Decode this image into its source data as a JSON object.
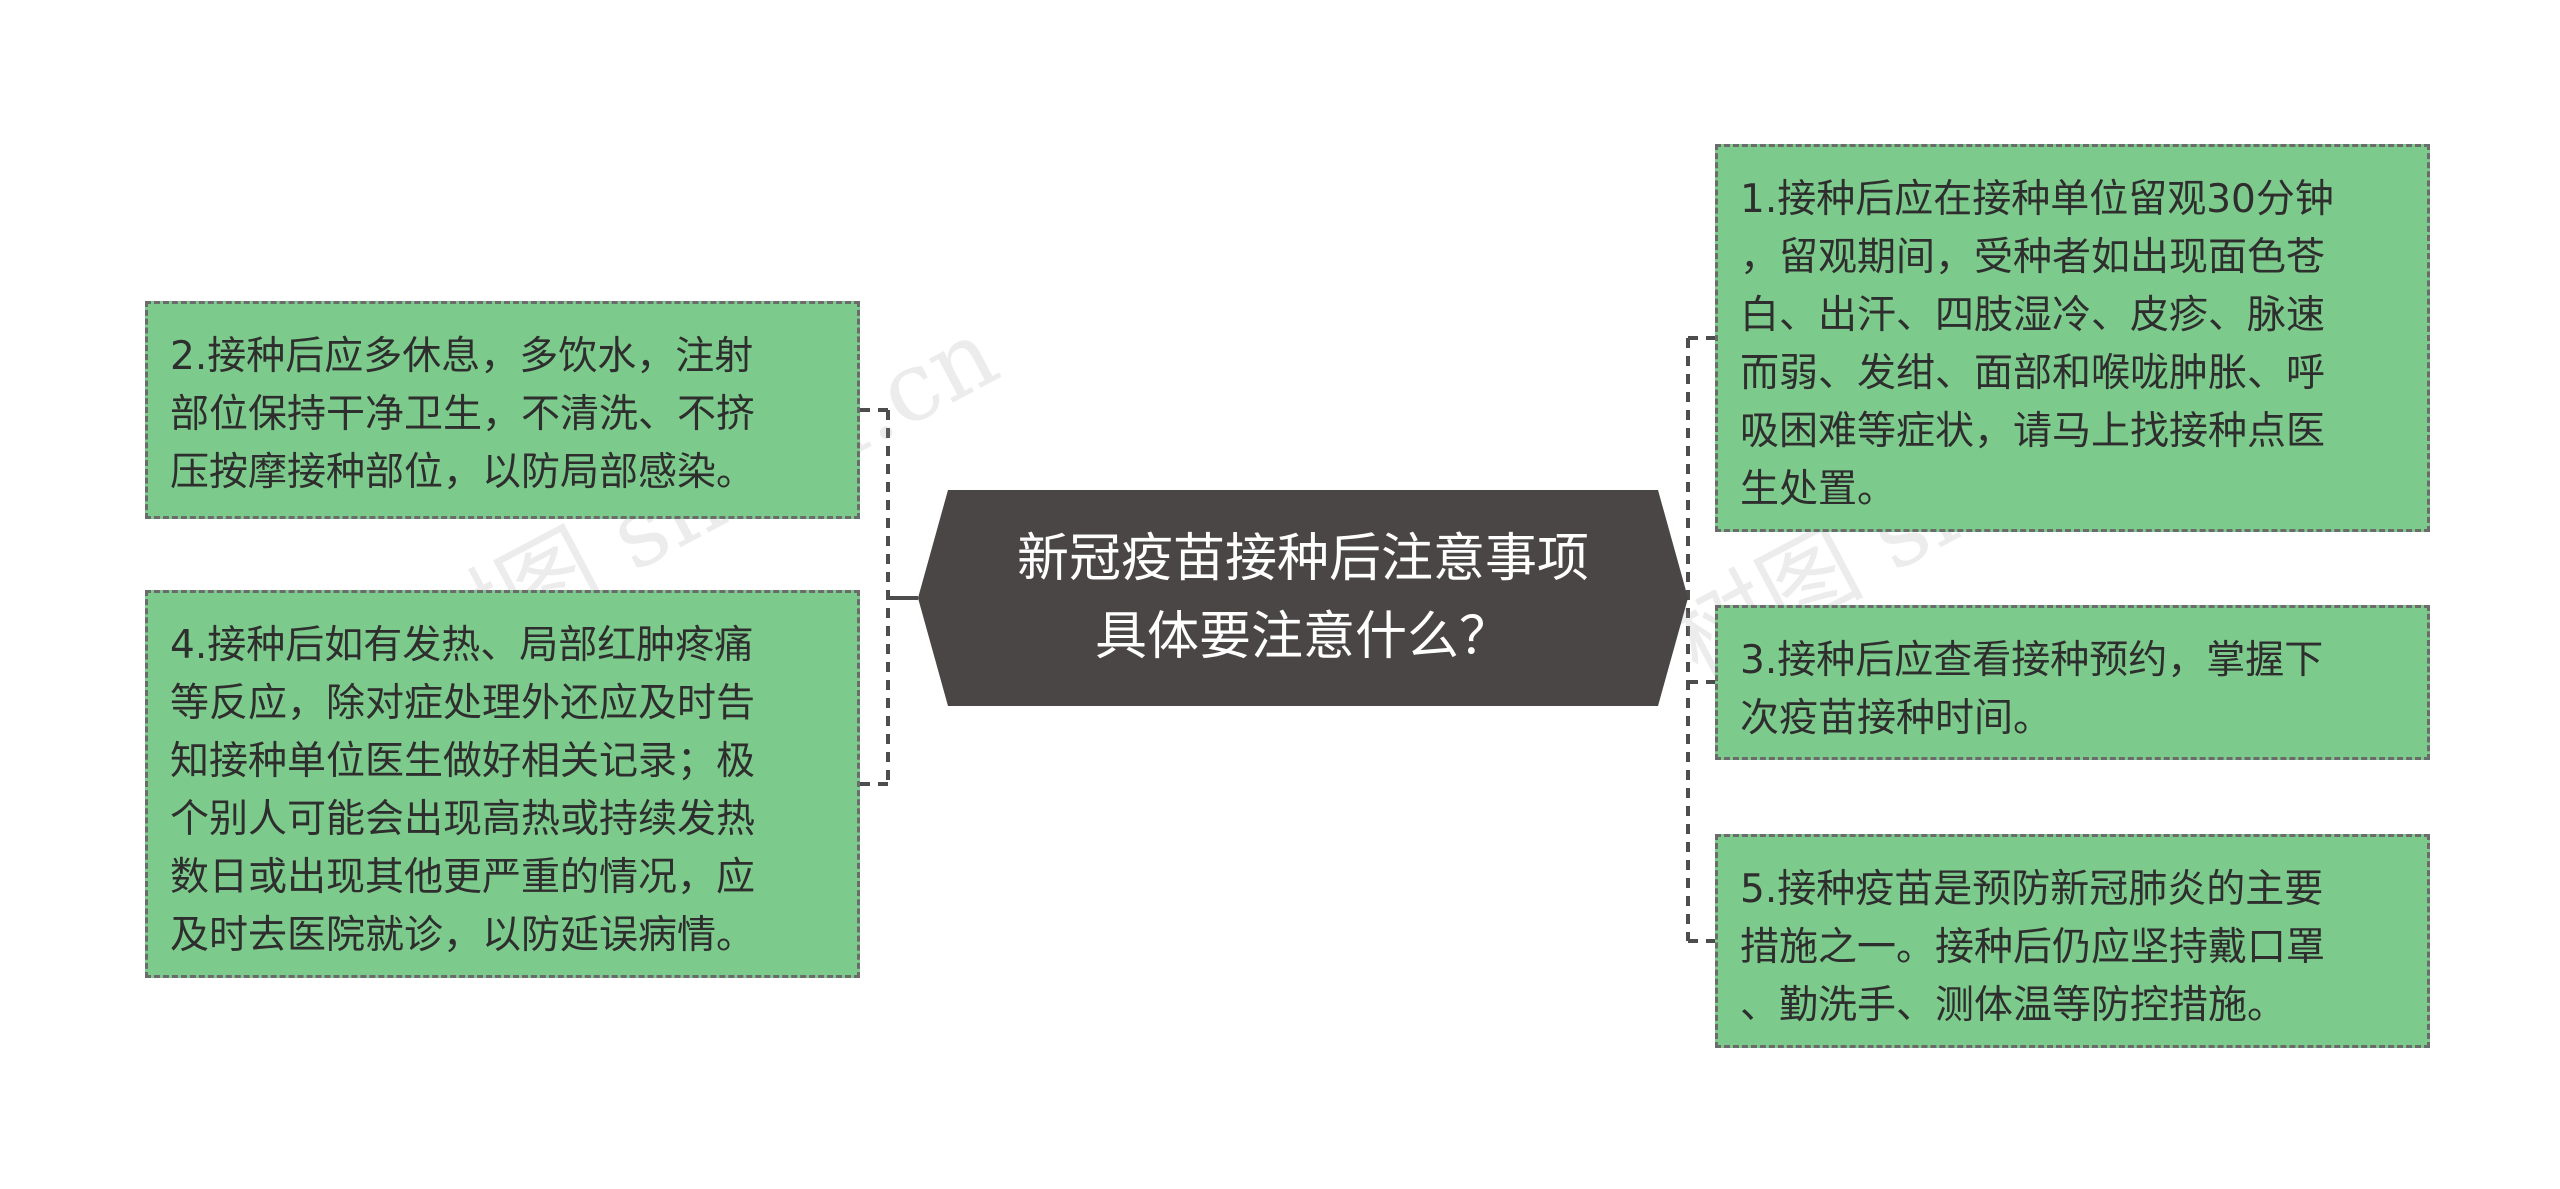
{
  "colors": {
    "node_fill": "#7dcb8c",
    "node_border": "#6b6b6b",
    "root_fill": "#4a4646",
    "root_text": "#ffffff",
    "connector": "#4d4d4d"
  },
  "root": {
    "text": "新冠疫苗接种后注意事项\n具体要注意什么？"
  },
  "left_nodes": [
    {
      "text": "2.接种后应多休息，多饮水，注射\n部位保持干净卫生，不清洗、不挤\n压按摩接种部位，以防局部感染。"
    },
    {
      "text": "4.接种后如有发热、局部红肿疼痛\n等反应，除对症处理外还应及时告\n知接种单位医生做好相关记录；极\n个别人可能会出现高热或持续发热\n数日或出现其他更严重的情况，应\n及时去医院就诊，以防延误病情。"
    }
  ],
  "right_nodes": [
    {
      "text": "1.接种后应在接种单位留观30分钟\n，留观期间，受种者如出现面色苍\n白、出汗、四肢湿冷、皮疹、脉速\n而弱、发绀、面部和喉咙肿胀、呼\n吸困难等症状，请马上找接种点医\n生处置。"
    },
    {
      "text": "3.接种后应查看接种预约，掌握下\n次疫苗接种时间。"
    },
    {
      "text": "5.接种疫苗是预防新冠肺炎的主要\n措施之一。接种后仍应坚持戴口罩\n、勤洗手、测体温等防控措施。"
    }
  ],
  "watermarks": [
    "树图 shutu.cn",
    "树图 shutu.cn"
  ]
}
